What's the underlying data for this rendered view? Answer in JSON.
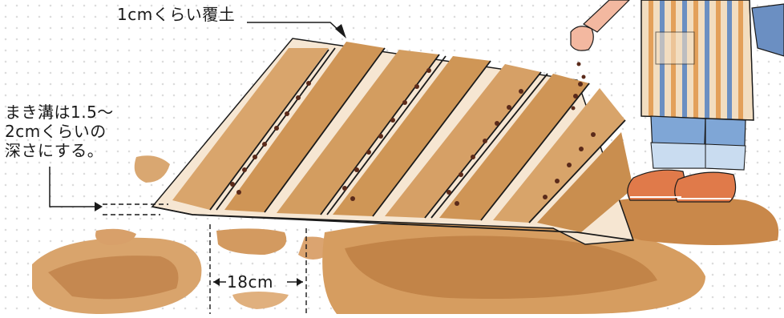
{
  "annotations": {
    "cover_soil": "1cmくらい覆土",
    "groove_depth_lines": [
      "まき溝は1.5～",
      "2cmくらいの",
      "深さにする。"
    ],
    "row_spacing": "18cm"
  },
  "colors": {
    "soil_light": "#e8c9a0",
    "soil_mid": "#c98e4f",
    "soil_dark": "#9a5a2a",
    "seed": "#5a2a1a",
    "apron_stripe_blue": "#6b8fc2",
    "apron_stripe_orange": "#e3a05a",
    "jeans": "#7fa6d6",
    "shoes": "#e07a4a",
    "skin": "#f3b8a0",
    "ink": "#1a1a1a"
  },
  "icons": [
    "pointer-arrow-icon",
    "dimension-arrow-icon"
  ]
}
